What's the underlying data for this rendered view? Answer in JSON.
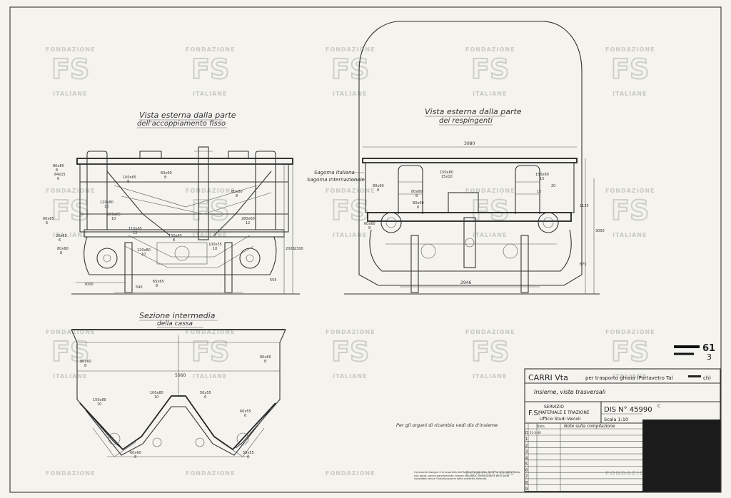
{
  "views": {
    "left_title_1": "Vista esterna dalla parte",
    "left_title_2": "dell'accoppiamento fisso",
    "right_title_1": "Vista esterna dalla parte",
    "right_title_2": "dei respingenti",
    "section_title_1": "Sezione intermedia",
    "section_title_2": "della cassa",
    "sagoma_1": "Sagoma Italiana",
    "sagoma_2": "Sagoma Internazionale"
  },
  "dimensions": {
    "left": [
      "80x80",
      "8",
      "84x15",
      "6",
      "100x65",
      "8",
      "60x60",
      "8",
      "120x80",
      "10",
      "80x80",
      "8",
      "100x65",
      "10",
      "280x60",
      "12",
      "20x65",
      "6",
      "80x60",
      "8",
      "110x65",
      "12",
      "100x55",
      "10",
      "120x80",
      "10",
      "150x45",
      "8",
      "60x65",
      "6",
      "3000",
      "540",
      "65x65",
      "8",
      "555",
      "2006",
      "2300"
    ],
    "right": [
      "3080",
      "150x80",
      "15x10",
      "80x60",
      "8",
      "80x60",
      "8",
      "80x60",
      "6",
      "150x80",
      "15",
      "20",
      "12",
      "1135",
      "3000",
      "2946",
      "875",
      "60x60",
      "8"
    ],
    "section": [
      "5060",
      "80x60",
      "8",
      "80x60",
      "8",
      "100x80",
      "10",
      "50x55",
      "6",
      "150x80",
      "10",
      "60x55",
      "6",
      "60x60",
      "8",
      "50x55",
      "6"
    ]
  },
  "note_spare_parts": "Per gli organi di ricambio vedi dis d'insieme",
  "legal_note": "Il presente disegno è di proprietà dell'Azienda Autonoma delle Ferrovie dello Stato; non potrà, anche parzialmente, essere utilizzato, comunicato a terzi, pure riprodotto senza l'autorizzazione della suddetta Azienda.",
  "corner_mark_1": "61",
  "corner_mark_2": "3",
  "title_block": {
    "title_main": "CARRI Vta",
    "title_sub": "per trasporto ghiaia (Portavetro Tal",
    "title_tail": "ch)",
    "description": "Insieme, viste trasversali",
    "fs": "F.S.",
    "service_1": "SERVIZIO",
    "service_2": "MATERIALE E TRAZIONE",
    "service_3": "Ufficio Studi Veicoli",
    "drawing_no": "DIS N° 45990",
    "drawing_suffix": "C",
    "scale": "Scala 1:10",
    "col_date": "Data",
    "col_notes": "Note sulla compilazione",
    "row_label_d": "D",
    "row_date_d": "11-3-40",
    "rows": [
      "1",
      "2",
      "3",
      "4",
      "5",
      "6",
      "7",
      "8",
      "9"
    ]
  },
  "watermark": {
    "top": "FONDAZIONE",
    "bottom": "ITALIANE",
    "logo": "FS"
  }
}
